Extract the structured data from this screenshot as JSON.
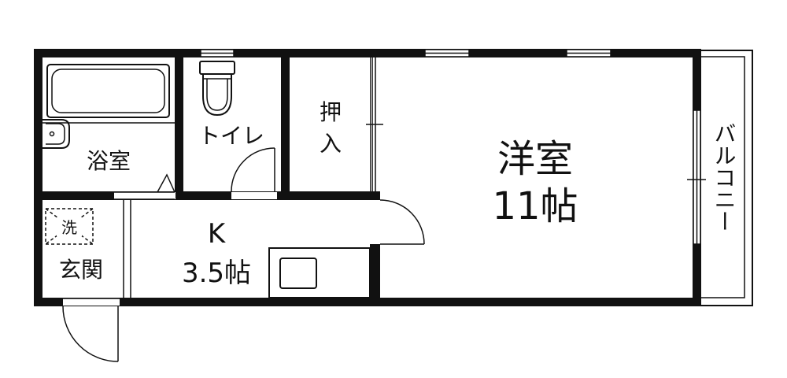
{
  "rooms": {
    "bath": {
      "label": "浴室"
    },
    "toilet": {
      "label": "トイレ"
    },
    "closet": {
      "label_line1": "押",
      "label_line2": "入"
    },
    "western": {
      "label_line1": "洋室",
      "label_line2": "11帖"
    },
    "balcony": {
      "label": "バルコニー"
    },
    "kitchen": {
      "label_line1": "K",
      "label_line2": "3.5帖"
    },
    "washer": {
      "label": "洗"
    },
    "entrance": {
      "label": "玄関"
    }
  },
  "colors": {
    "line": "#111111",
    "background": "#ffffff"
  }
}
